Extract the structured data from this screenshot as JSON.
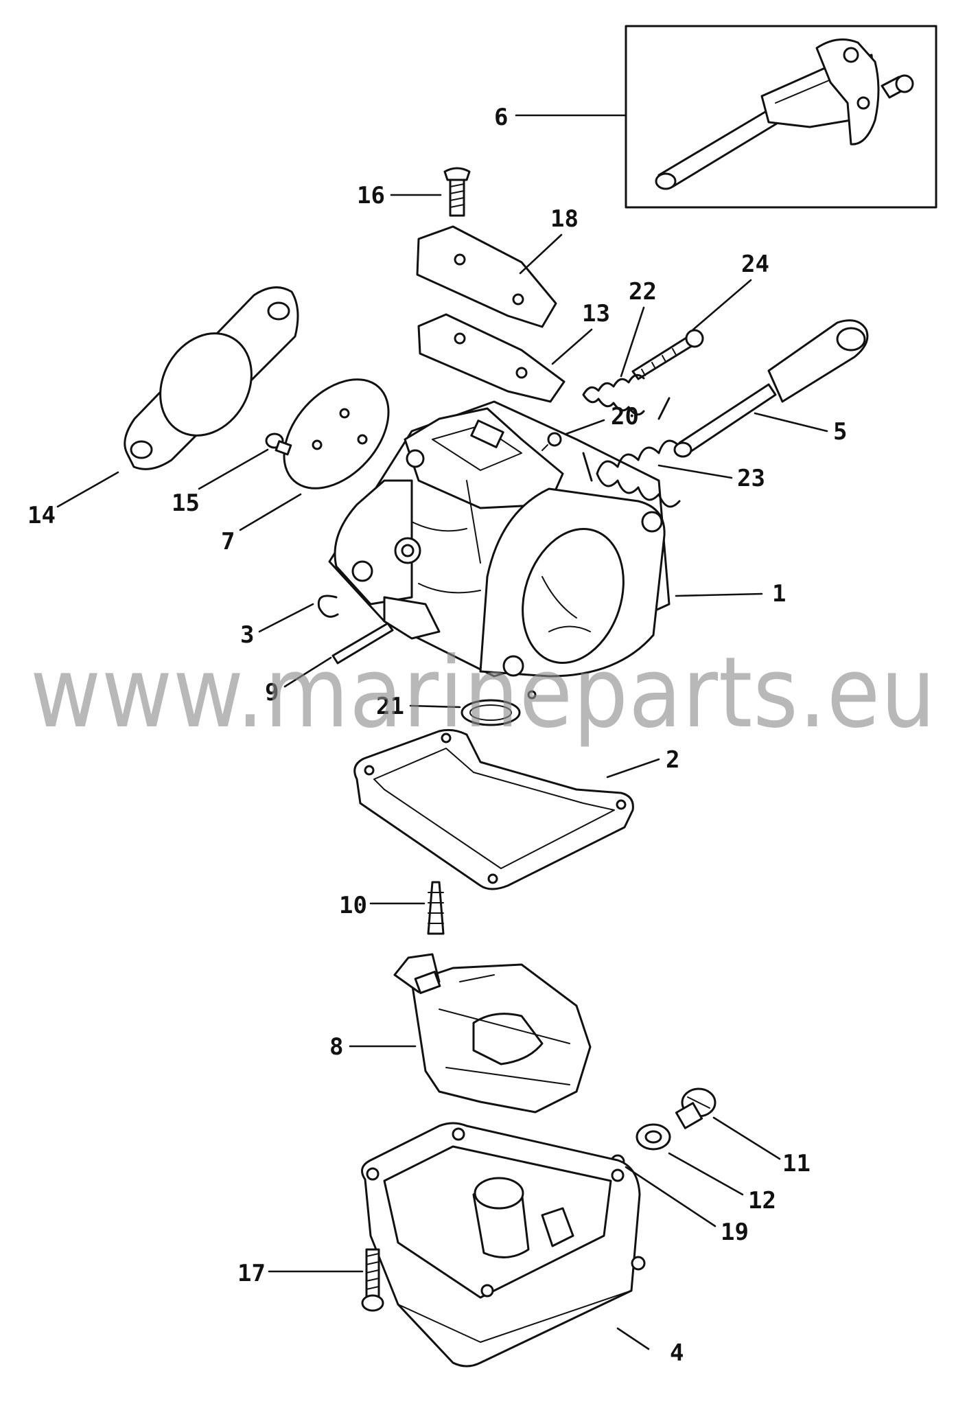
{
  "watermark": "www.marineparts.eu",
  "labels": {
    "p1": "1",
    "p2": "2",
    "p3": "3",
    "p4": "4",
    "p5": "5",
    "p6": "6",
    "p7": "7",
    "p8": "8",
    "p9": "9",
    "p10": "10",
    "p11": "11",
    "p12": "12",
    "p13": "13",
    "p14": "14",
    "p15": "15",
    "p16": "16",
    "p17": "17",
    "p18": "18",
    "p19": "19",
    "p20": "20",
    "p21": "21",
    "p22": "22",
    "p23": "23",
    "p24": "24"
  }
}
